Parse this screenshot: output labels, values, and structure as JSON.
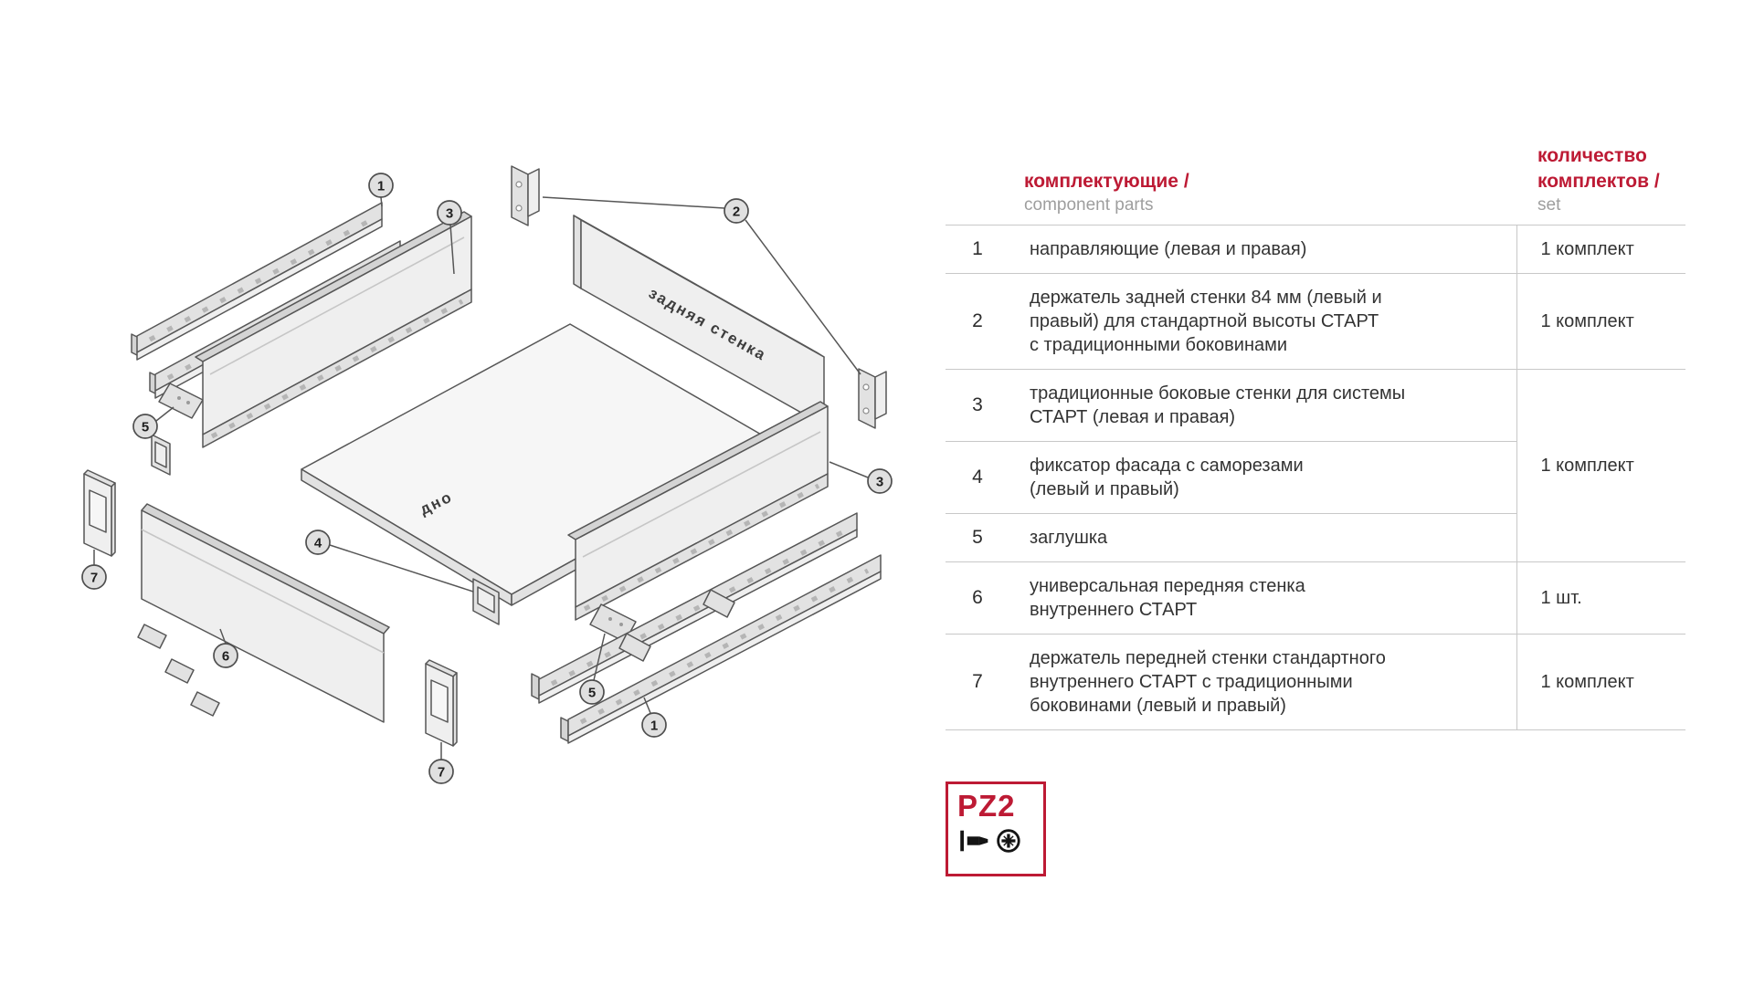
{
  "colors": {
    "accent_red": "#bd1a34",
    "text_dark": "#333333",
    "text_muted": "#9e9e9e",
    "table_line": "#c8c8c8",
    "diagram_stroke": "#565656"
  },
  "diagram": {
    "labels": {
      "back_wall": "задняя стенка",
      "bottom_panel": "дно"
    },
    "callouts": [
      {
        "n": "1"
      },
      {
        "n": "3"
      },
      {
        "n": "2"
      },
      {
        "n": "5"
      },
      {
        "n": "3"
      },
      {
        "n": "4"
      },
      {
        "n": "6"
      },
      {
        "n": "7"
      },
      {
        "n": "5"
      },
      {
        "n": "1"
      },
      {
        "n": "7"
      }
    ]
  },
  "table": {
    "header": {
      "parts_ru": "комплектующие /",
      "parts_en": "component parts",
      "qty_ru": "количество\nкомплектов /",
      "qty_en": "set"
    },
    "rows": [
      {
        "num": "1",
        "desc": "направляющие (левая и правая)",
        "qty": "1 комплект"
      },
      {
        "num": "2",
        "desc": "держатель задней стенки 84 мм (левый и\nправый) для стандартной высоты СТАРТ\nс традиционными боковинами",
        "qty": "1 комплект"
      },
      {
        "num": "3",
        "desc": "традиционные боковые стенки для системы\nСТАРТ (левая и правая)",
        "qty": "1 комплект"
      },
      {
        "num": "4",
        "desc": "фиксатор фасада с саморезами\n(левый и правый)"
      },
      {
        "num": "5",
        "desc": "заглушка"
      },
      {
        "num": "6",
        "desc": "универсальная передняя стенка\nвнутреннего СТАРТ",
        "qty": "1 шт."
      },
      {
        "num": "7",
        "desc": "держатель передней стенки стандартного\nвнутреннего СТАРТ с традиционными\nбоковинами (левый и правый)",
        "qty": "1 комплект"
      }
    ]
  },
  "logo": {
    "label": "PZ2"
  }
}
